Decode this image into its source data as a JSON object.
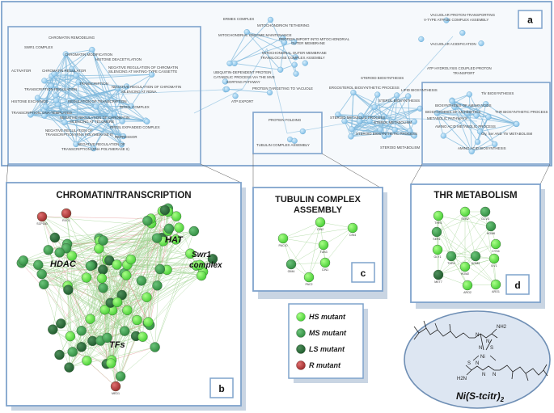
{
  "panel_letters": {
    "a": "a",
    "b": "b",
    "c": "c",
    "d": "d"
  },
  "panel_titles": {
    "chromatin": "CHROMATIN/TRANSCRIPTION",
    "tubulin_1": "TUBULIN COMPLEX",
    "tubulin_2": "ASSEMBLY",
    "thr": "THR METABOLISM"
  },
  "go_terms_chromatin": [
    "CHROMATIN REMODELING",
    "SWR1 COMPLEX",
    "CHROMATIN MODIFICATION",
    "HISTONE DEACETYLATION",
    "NEGATIVE REGULATION OF CHROMATIN",
    "SILENCING AT MATING-TYPE CASSETTE",
    "ACTIVATOR",
    "CHROMATIN REGULATOR",
    "TRANSCRIPTION",
    "NEGATIVE REGULATION OF CHROMATIN",
    "SILENCING AT RDNA",
    "TRANSCRIPTION REGULATION",
    "HISTONE EXCHANGE",
    "REGULATION OF TRANSCRIPTION",
    "RPD3L COMPLEX",
    "TRANSCRIPTION, DNA-TEMPLATED",
    "NEGATIVE REGULATION OF CHROMATIN",
    "SILENCING AT TELOMERE",
    "RPD3L EXPANDED COMPLEX",
    "NEGATIVE REGULATION OF",
    "TRANSCRIPTION (RNA POLYMERASE II)",
    "REPRESSOR",
    "NEGATIVE REGULATION OF",
    "TRANSCRIPTION (RNA POLYMERASE II)"
  ],
  "go_terms_middle": [
    "ERMES COMPLEX",
    "MITOCHONDRION TETHERING",
    "MITOCHONDRIAL GENOME MAINTENANCE",
    "PROTEIN IMPORT INTO MITOCHONDRIAL",
    "OUTER MEMBRANE",
    "MITOCHONDRIAL OUTER MEMBRANE",
    "TRANSLOCASE COMPLEX ASSEMBLY",
    "UBIQUITIN-DEPENDENT PROTEIN",
    "CATABOLIC PROCESS VIA THE MVB",
    "SORTING PATHWAY",
    "PROTEIN TARGETING TO VACUOLE",
    "ATP EXPORT",
    "PROTEIN FOLDING",
    "TUBULIN COMPLEX ASSEMBLY",
    "VACUOLAR PROTON-TRANSPORTING",
    "V-TYPE ATPASE COMPLEX ASSEMBLY",
    "VACUOLAR ACIDIFICATION",
    "ATP HYDROLYSIS COUPLED PROTON",
    "TRANSPORT",
    "STEROID BIOSYNTHESIS",
    "ERGOSTEROL BIOSYNTHETIC PROCESS",
    "LIPID BIOSYNTHESIS",
    "STEROL BIOSYNTHESIS",
    "STEROID METABOLIC PROCESS",
    "STEROL METABOLISM",
    "STEROID BIOSYNTHETIC PROCESS",
    "STEROID METABOLISM"
  ],
  "go_terms_thr": [
    "Thr BIOSYNTHESIS",
    "BIOSYNTHESIS OF AMINO ACIDS",
    "THR BIOSYNTHETIC PROCESS",
    "BIOSYNTHESIS OF ANTIBIOTICS",
    "METABOLIC PATHWAYS",
    "Gly, Ser AND Thr METABOLISM",
    "AMINO ACID METABOLIC PROCESS",
    "AMINO ACID BIOSYNTHESIS"
  ],
  "group_labels": {
    "hat": "HAT",
    "hdac": "HDAC",
    "swr1_1": "Swr1",
    "swr1_2": "complex",
    "tfs": "TFs"
  },
  "genes_top_red": [
    "SCP160",
    "RXO1"
  ],
  "genes_bottom_red": [
    "MED1"
  ],
  "genes_tubulin": [
    "PAC10",
    "CIN2",
    "CIN4",
    "TUB3",
    "GIM4",
    "CIN1",
    "PAC2"
  ],
  "genes_thr": [
    "THR1",
    "SER2",
    "GCV3",
    "SER1",
    "HOM6",
    "GLY1",
    "CYS4",
    "THR4",
    "HOM3",
    "ILV1",
    "HOM2",
    "MET7",
    "ARO2",
    "ARO1"
  ],
  "legend": [
    {
      "label": "HS mutant",
      "color": "#66ee44"
    },
    {
      "label": "MS mutant",
      "color": "#3b9a48"
    },
    {
      "label": "LS mutant",
      "color": "#2a6a38"
    },
    {
      "label": "R mutant",
      "color": "#b03a3a"
    }
  ],
  "molecule": {
    "name": "Ni(S-tcitr)",
    "subscript": "2",
    "metal": "Ni",
    "atoms_top": [
      "N",
      "N",
      "NH2",
      "N",
      "S"
    ],
    "atoms_bottom": [
      "S",
      "N",
      "H2N",
      "N",
      "N"
    ]
  },
  "colors": {
    "frame": "#7fa3cc",
    "node_blue": "#9cd0ef",
    "edge_blue": "#7fb8dc",
    "edge_green": "#9ad08a",
    "edge_red": "#e08a8a",
    "shadow": "#c9d5e3",
    "ellipse": "#dde6f2"
  }
}
